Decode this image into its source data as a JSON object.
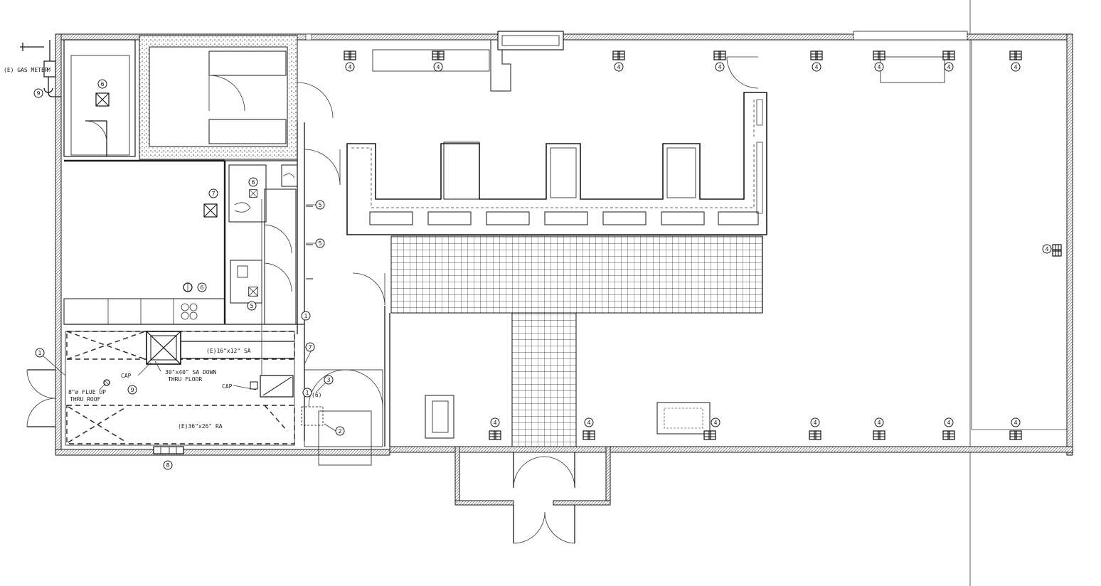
{
  "labels": {
    "gas_meter": "(E) GAS METER",
    "meter_box": "M",
    "duct_sa": "(E)16\"x12\" SA",
    "duct_ra": "(E)36\"x26\" RA",
    "sa_down_1": "30\"x40\" SA DOWN",
    "sa_down_2": "THRU FLOOR",
    "flue_1": "8\"ø FLUE UP",
    "flue_2": "THRU ROOF",
    "cap_1": "CAP",
    "cap_2": "CAP",
    "tag_6_sub": "(6)"
  },
  "tags": [
    {
      "n": "9"
    },
    {
      "n": "6"
    },
    {
      "n": "7"
    },
    {
      "n": "6"
    },
    {
      "n": "5"
    },
    {
      "n": "5"
    },
    {
      "n": "6"
    },
    {
      "n": "5"
    },
    {
      "n": "1"
    },
    {
      "n": "7"
    },
    {
      "n": "3"
    },
    {
      "n": "1"
    },
    {
      "n": "2"
    },
    {
      "n": "9"
    },
    {
      "n": "1"
    },
    {
      "n": "8"
    },
    {
      "n": "4"
    },
    {
      "n": "4"
    },
    {
      "n": "4"
    },
    {
      "n": "4"
    },
    {
      "n": "4"
    },
    {
      "n": "4"
    },
    {
      "n": "4"
    },
    {
      "n": "4"
    },
    {
      "n": "4"
    },
    {
      "n": "4"
    },
    {
      "n": "4"
    },
    {
      "n": "4"
    },
    {
      "n": "4"
    },
    {
      "n": "4"
    },
    {
      "n": "4"
    },
    {
      "n": "4"
    },
    {
      "n": "4"
    }
  ]
}
